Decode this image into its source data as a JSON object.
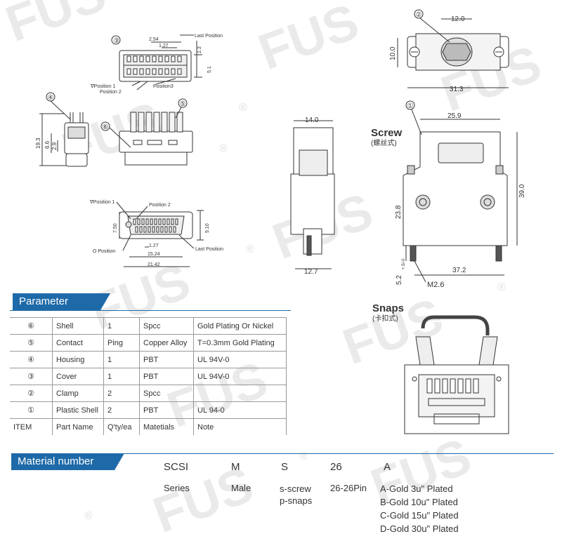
{
  "watermark": {
    "text": "FUS",
    "reg": "®"
  },
  "drawing": {
    "callouts": {
      "n1": "①",
      "n2": "②",
      "n3": "③",
      "n4": "④",
      "n5": "⑤",
      "n6": "⑥"
    },
    "top_left": {
      "d254": "2.54",
      "d127": "1.27",
      "d23": "2.3",
      "d51": "5.1",
      "last_position": "Last Position",
      "position1": "∇Position 1",
      "position2": "Position 2",
      "position3": "Position3"
    },
    "side": {
      "d193": "19.3",
      "d66": "6.6",
      "d29": "2.9"
    },
    "face": {
      "position1": "∇Position 1",
      "position2": "Position 2",
      "o_position": "O Position",
      "last_position": "Last Position",
      "d750": "7.50",
      "d910": "9.10",
      "d127": "1.27",
      "d1524": "15.24",
      "d2142": "21.42"
    },
    "top_right": {
      "d120": "12.0",
      "d100": "10.0",
      "d313": "31.3"
    },
    "screw_view": {
      "title": "Screw",
      "subtitle": "(螺丝式)",
      "d140": "14.0",
      "d127": "12.7",
      "d259": "25.9",
      "d390": "39.0",
      "d238": "23.8",
      "d372": "37.2",
      "d52": "5.2",
      "tol": "+.5/-0",
      "m26": "M2.6"
    },
    "snaps_view": {
      "title": "Snaps",
      "subtitle": "(卡扣式)"
    }
  },
  "parameter": {
    "title": "Parameter",
    "rows": [
      {
        "item": "⑥",
        "name": "Shell",
        "qty": "1",
        "material": "Spcc",
        "note": "Gold Plating Or Nickel"
      },
      {
        "item": "⑤",
        "name": "Contact",
        "qty": "Ping",
        "material": "Copper Alloy",
        "note": "T=0.3mm Gold Plating"
      },
      {
        "item": "④",
        "name": "Housing",
        "qty": "1",
        "material": "PBT",
        "note": "UL 94V-0"
      },
      {
        "item": "③",
        "name": "Cover",
        "qty": "1",
        "material": "PBT",
        "note": "UL 94V-0"
      },
      {
        "item": "②",
        "name": "Clamp",
        "qty": "2",
        "material": "Spcc",
        "note": ""
      },
      {
        "item": "①",
        "name": "Plastic Shell",
        "qty": "2",
        "material": "PBT",
        "note": "UL 94-0"
      }
    ],
    "header": {
      "item": "ITEM",
      "name": "Part Name",
      "qty": "Q'ty/ea",
      "material": "Matetials",
      "note": "Note"
    }
  },
  "material": {
    "title": "Material number",
    "codes": [
      "SCSI",
      "M",
      "S",
      "26",
      "A"
    ],
    "series": "Series",
    "male": "Male",
    "screw": "s-screw",
    "snaps": "p-snaps",
    "pins": "26-26Pin",
    "plating": [
      "A-Gold 3u\" Plated",
      "B-Gold 10u\" Plated",
      "C-Gold 15u\" Plated",
      "D-Gold 30u\" Plated"
    ]
  },
  "colors": {
    "accent": "#1e6aa8",
    "line": "#333333",
    "fill": "#d9d9d9"
  }
}
